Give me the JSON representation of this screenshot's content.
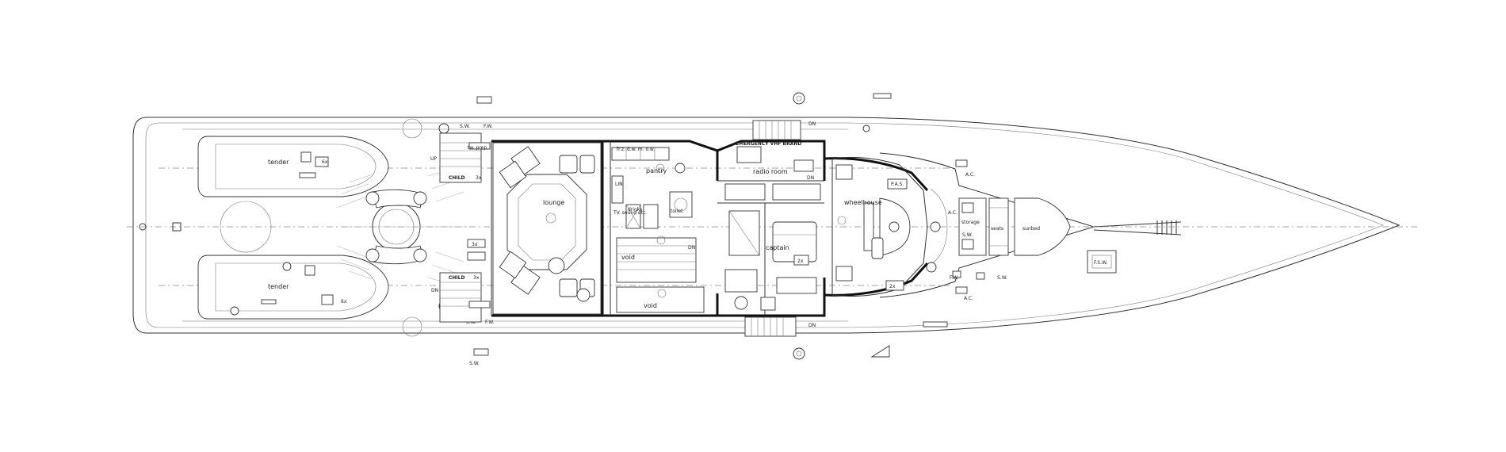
{
  "labels": {
    "tender_top": "tender",
    "tender_bottom": "tender",
    "lounge": "lounge",
    "void_upper": "void",
    "void_lower": "void",
    "pantry": "pantry",
    "radio_room": "radio room",
    "captain": "captain",
    "wheelhouse": "wheelhouse",
    "storage": "storage",
    "seats": "seats",
    "sunbed": "sunbed",
    "emergency_vhf": "EMERGENCY VHF BRAND",
    "child_top": "CHILD",
    "child_bottom": "CHILD",
    "up": "UP",
    "dn_left": "DN",
    "dn_void": "DN",
    "dn_radio": "DN",
    "pas": "P.A.S.",
    "sw_storage": "S.W.",
    "fw_deck": "F.W.",
    "sw_deck": "S.W.",
    "ac_1": "A.C.",
    "ac_2": "A.C.",
    "ac_3": "A.C.",
    "cap_3x_top": "3x",
    "cap_3x_mid": "3x",
    "cap_3x_bot": "3x",
    "cap_6x_top": "6x",
    "cap_6x_bot": "6x",
    "cap_2x_captain": "2x",
    "cap_2x_wheel": "2x",
    "sw_top": "S.W.",
    "fw_top": "F.W.",
    "sw_bottom": "S.W.",
    "sw_left_bot": "S.W.",
    "fw_left_bot": "F.W.",
    "fsw": "F.S.W.",
    "dn_stair": "DN",
    "pantry_tags": "fr.z.   d.w.   m.   o.w.",
    "toilet": "toilet",
    "tv_sound": "TV. sound etc.",
    "drinks": "drinks",
    "lin": "LIN",
    "box_top": "tw. prep"
  }
}
